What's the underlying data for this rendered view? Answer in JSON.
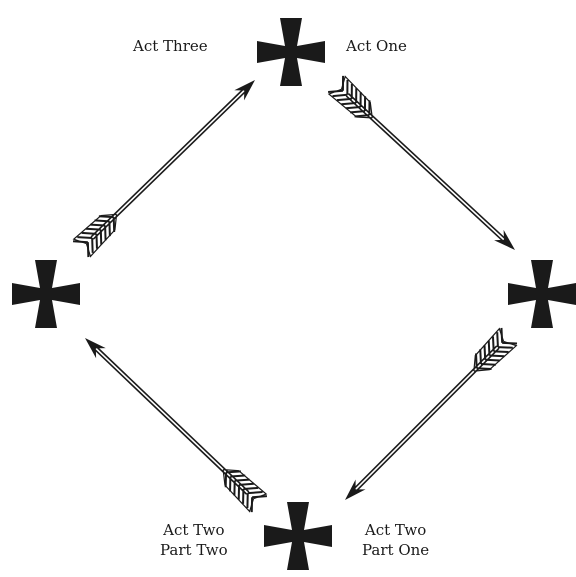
{
  "labels": {
    "top_left": "Act Three",
    "top_right": "Act One",
    "bottom_left_line1": "Act Two",
    "bottom_left_line2": "Part Two",
    "bottom_right_line1": "Act Two",
    "bottom_right_line2": "Part One"
  },
  "colors": {
    "ink": "#1a1a1a",
    "background": "#ffffff"
  },
  "icons": {
    "node": "cross-pattee-icon",
    "connector": "arrow-icon"
  }
}
